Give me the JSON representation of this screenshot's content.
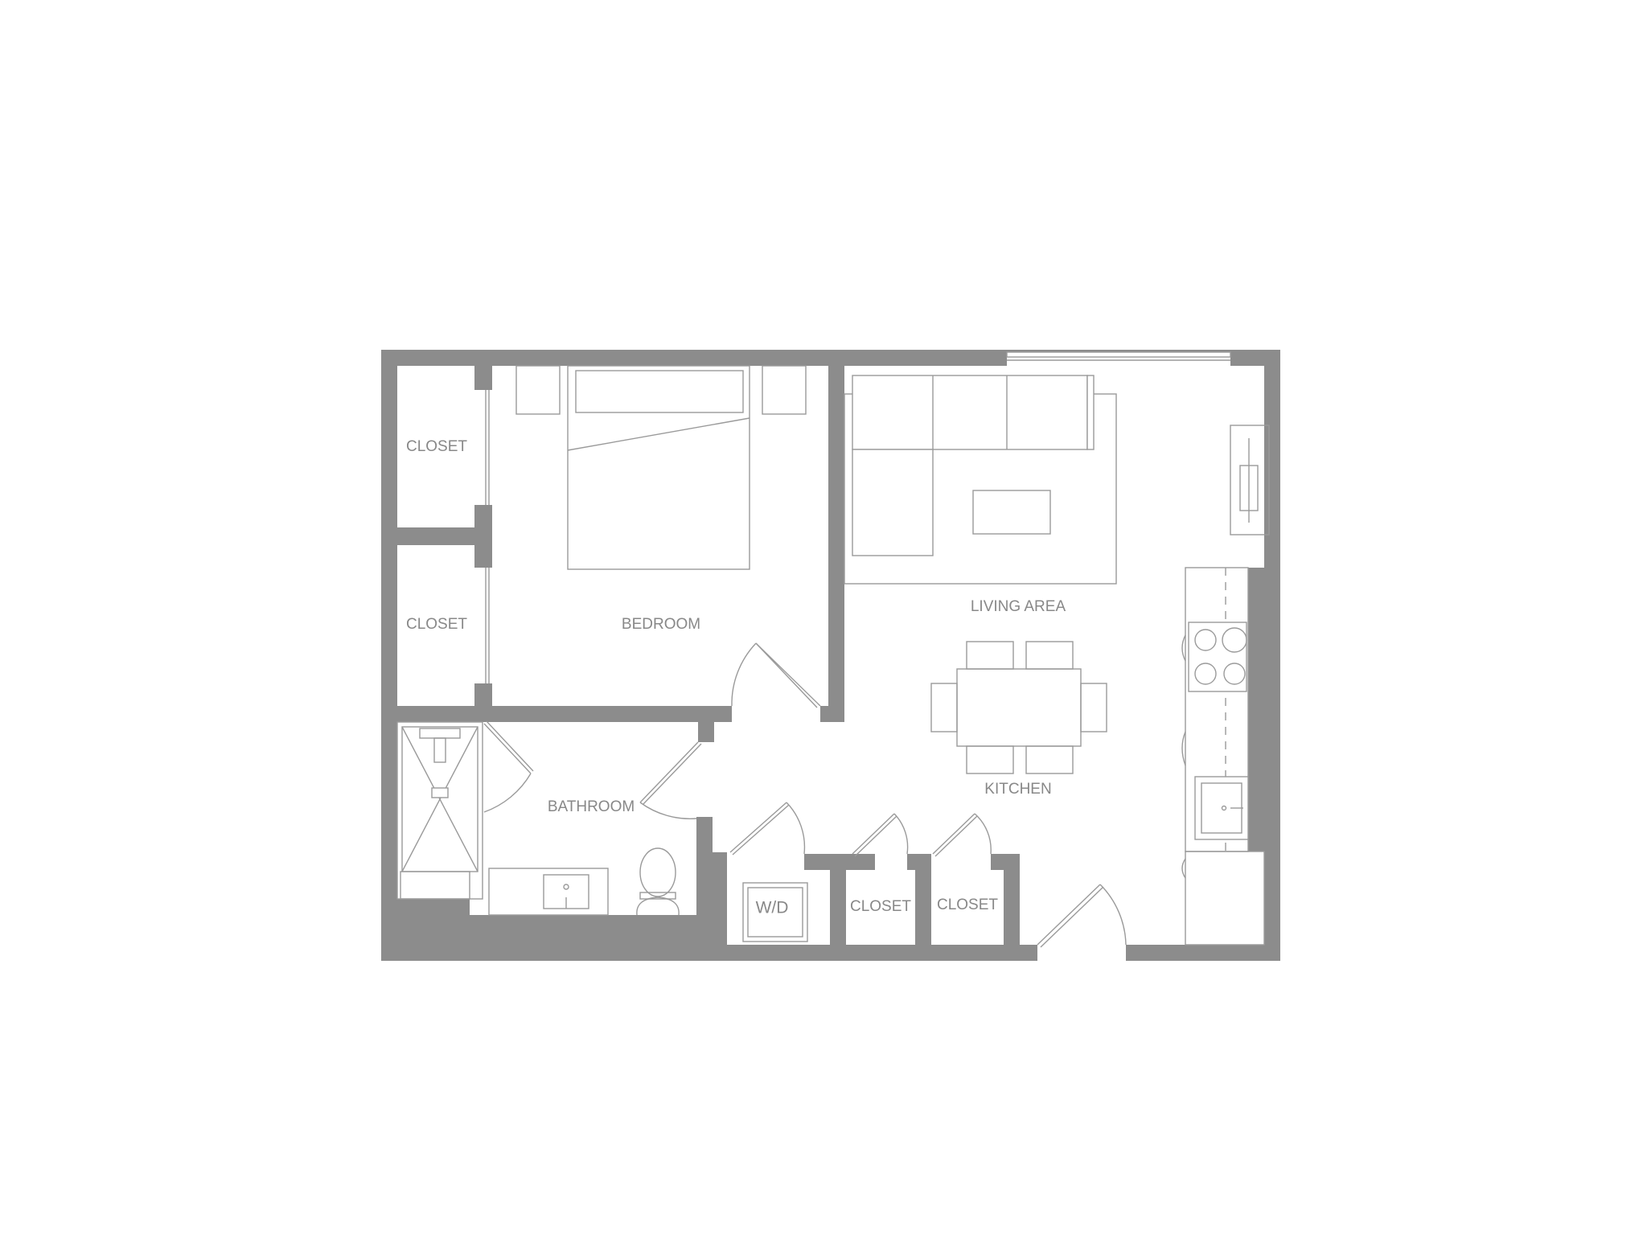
{
  "colors": {
    "wall": "#8c8c8c",
    "line": "#9a9a9a",
    "label": "#888888",
    "background": "#ffffff"
  },
  "rooms": {
    "closet_upper_left": "CLOSET",
    "closet_lower_left": "CLOSET",
    "bedroom": "BEDROOM",
    "living_area": "LIVING AREA",
    "kitchen": "KITCHEN",
    "bathroom": "BATHROOM",
    "washer_dryer": "W/D",
    "closet_hall_1": "CLOSET",
    "closet_hall_2": "CLOSET"
  }
}
